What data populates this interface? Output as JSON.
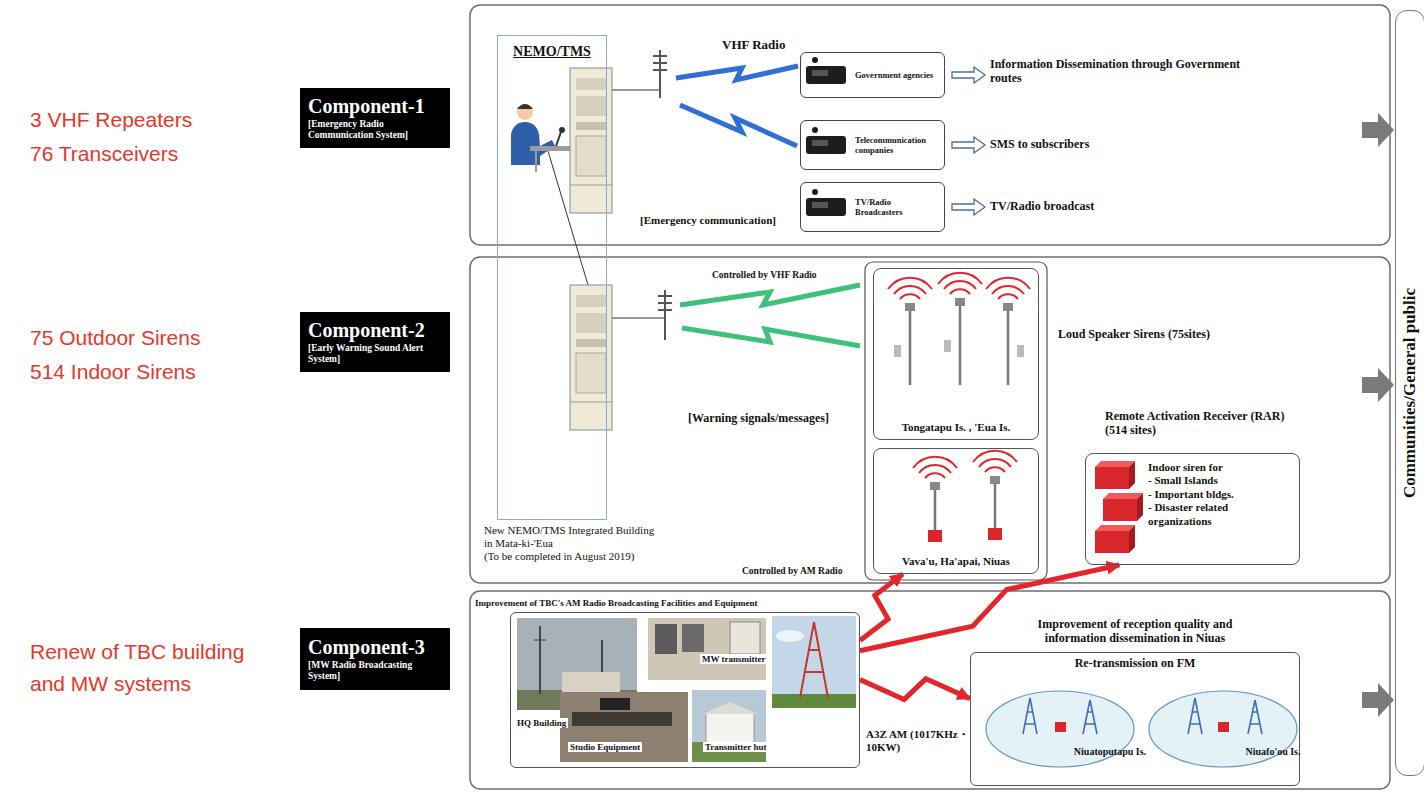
{
  "diagram": {
    "nodes": [
      {
        "text": [
          "Component-1",
          "[Emergency Radio Communication System]"
        ]
      },
      {
        "text": [
          "NEMO/TMS"
        ]
      },
      {
        "text": [
          "Government agencies"
        ]
      },
      {
        "text": [
          "Telecommunication companies"
        ]
      },
      {
        "text": [
          "TV/Radio Broadcasters"
        ]
      },
      {
        "text": [
          "Component-2",
          "[Early Warning Sound Alert System]"
        ]
      },
      {
        "text": [
          "Tongatapu Is. , 'Eua Is."
        ]
      },
      {
        "text": [
          "Vava'u, Ha'apai, Niuas"
        ]
      },
      {
        "text": [
          "Indoor siren for",
          "- Small Islands",
          "- Important bldgs.",
          "- Disaster related organizations"
        ]
      },
      {
        "text": [
          "Component-3",
          "[MW Radio Broadcasting System]"
        ]
      },
      {
        "text": [
          "Improvement of TBC's AM Radio Broadcasting Facilities and Equipment"
        ]
      },
      {
        "text": [
          "Improvement of reception quality and information dissemination in Niuas",
          "Re-transmission on FM"
        ]
      },
      {
        "text": [
          "Niuatoputapu Is."
        ],
        "in": 11
      },
      {
        "text": [
          "Niuafo'ou Is."
        ],
        "in": 11
      },
      {
        "text": [
          "Communities/General public"
        ]
      }
    ],
    "edges": [
      {
        "from": 10,
        "to": 7,
        "arrow": "to"
      },
      {
        "from": 10,
        "to": 8,
        "arrow": "to"
      },
      {
        "from": 10,
        "to": 11,
        "arrow": "to"
      }
    ],
    "labels": [
      "3 VHF Repeaters",
      "76 Transceivers",
      "VHF Radio",
      "Information Dissemination through Government routes",
      "SMS to subscribers",
      "TV/Radio broadcast",
      "[Emergency communication]",
      "75 Outdoor Sirens",
      "514 Indoor Sirens",
      "Controlled by VHF Radio",
      "Loud Speaker Sirens (75sites)",
      "[Warning signals/messages]",
      "Remote Activation Receiver (RAR) (514 sites)",
      "New NEMO/TMS Integrated Building",
      "in Mata-ki-'Eua",
      "(To be completed in August 2019)",
      "Controlled by AM Radio",
      "Renew of TBC building and MW systems",
      "MW transmitter",
      "HQ Building",
      "Studio Equipment",
      "Transmitter hut",
      "A3Z AM (1017KHz・10KW)"
    ]
  }
}
